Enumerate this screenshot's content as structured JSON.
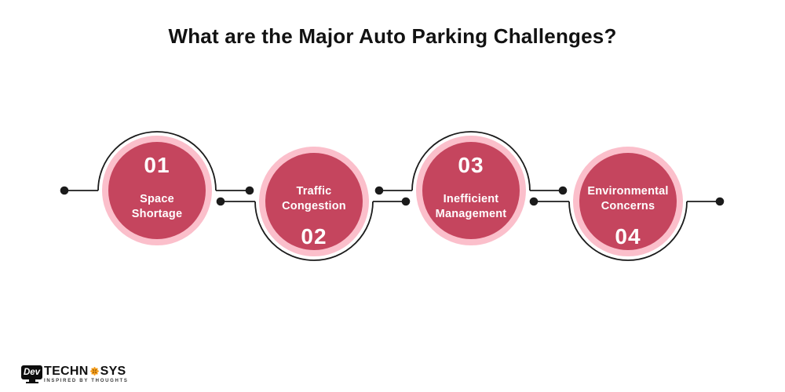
{
  "title": "What are the Major Auto Parking Challenges?",
  "steps": [
    {
      "number": "01",
      "label": "Space Shortage",
      "number_position": "top",
      "arc_position": "top"
    },
    {
      "number": "02",
      "label": "Traffic Congestion",
      "number_position": "bottom",
      "arc_position": "bottom"
    },
    {
      "number": "03",
      "label": "Inefficient Management",
      "number_position": "top",
      "arc_position": "top"
    },
    {
      "number": "04",
      "label": "Environmental Concerns",
      "number_position": "bottom",
      "arc_position": "bottom"
    }
  ],
  "logo": {
    "monitor_text": "Dev",
    "brand_left": "TECHN",
    "brand_right": "SYS",
    "tagline": "INSPIRED BY THOUGHTS"
  },
  "colors": {
    "circle_fill": "#C5455E",
    "circle_ring": "#FBBFCB",
    "connector": "#1B1B1B",
    "title_text": "#121212",
    "number_text": "#FFFFFF",
    "label_text": "#FFFFFF",
    "logo_accent": "#F59C1A"
  }
}
